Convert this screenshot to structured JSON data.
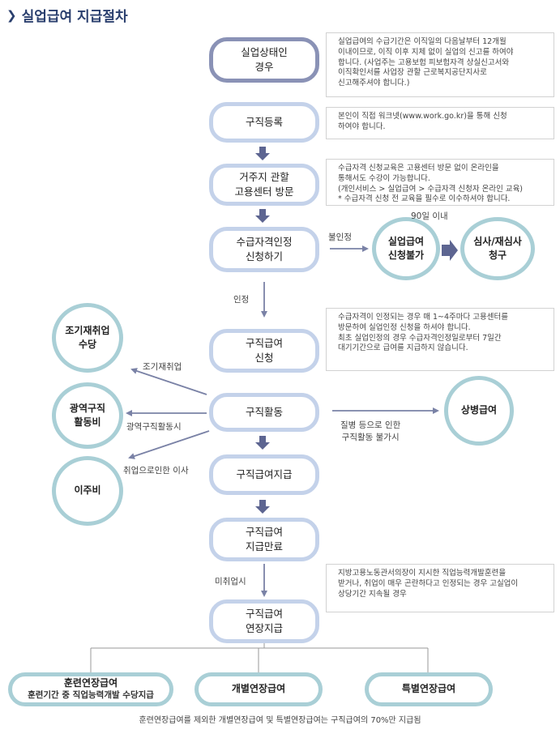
{
  "title": "실업급여 지급절차",
  "steps": {
    "unemployed": "실업상태인\n경우",
    "register": "구직등록",
    "visit": "거주지 관할\n고용센터 방문",
    "apply": "수급자격인정\n신청하기",
    "claim": "구직급여\n신청",
    "activity": "구직활동",
    "pay": "구직급여지급",
    "end": "구직급여\n지급만료",
    "extend": "구직급여\n연장지급"
  },
  "circles": {
    "rejected": "실업급여\n신청불가",
    "appeal": "심사/재심사\n청구",
    "early": "조기재취업\n수당",
    "wide": "광역구직\n활동비",
    "move": "이주비",
    "sick": "상병급여"
  },
  "notes": {
    "n1": "실업급여의 수급기간은 이직일의 다음날부터 12개월\n이내이므로, 이직 이후 지체 없이 실업의 신고를 하여야\n합니다. (사업주는 고용보험 피보험자격 상실신고서와\n이직확인서를 사업장 관할 근로복지공단지사로\n신고해주셔야 합니다.)",
    "n2": "본인이 직접 워크넷(www.work.go.kr)을 통해 신청\n하여야 합니다.",
    "n3": "수급자격 신청교육은 고용센터 방문 없이 온라인을\n통해서도 수강이 가능합니다.\n(개인서비스 > 실업급여 > 수급자격 신청자 온라인 교육)\n* 수급자격 신청 전 교육을 필수로 이수하셔야 합니다.",
    "n4": "수급자격이 인정되는 경우 매 1~4주마다 고용센터를\n방문하여 실업인정 신청을 하셔야 합니다.\n최초 실업인정의 경우 수급자격인정일로부터 7일간\n대기기간으로 급여를 지급하지 않습니다.",
    "n5": "지방고용노동관서의장이 지시한 직업능력개발훈련을\n받거나, 취업이 매우 곤란하다고 인정되는 경우 고실업이\n상당기간 지속될 경우"
  },
  "labels": {
    "disapproved": "불인정",
    "within90": "90일 이내",
    "approved": "인정",
    "earlyjob": "조기재취업",
    "widejob": "광역구직활동시",
    "relocate": "취업으로인한 이사",
    "sickness": "질병 등으로 인한\n구직활동 불가시",
    "notemployed": "미취업시"
  },
  "extensions": {
    "training_title": "훈련연장급여",
    "training_sub": "훈련기간 중 직업능력개발 수당지급",
    "individual": "개별연장급여",
    "special": "특별연장급여"
  },
  "footnote": "훈련연장급여를 제외한 개별연장급여 및 특별연장급여는 구직급여의 70%만 지급됨"
}
